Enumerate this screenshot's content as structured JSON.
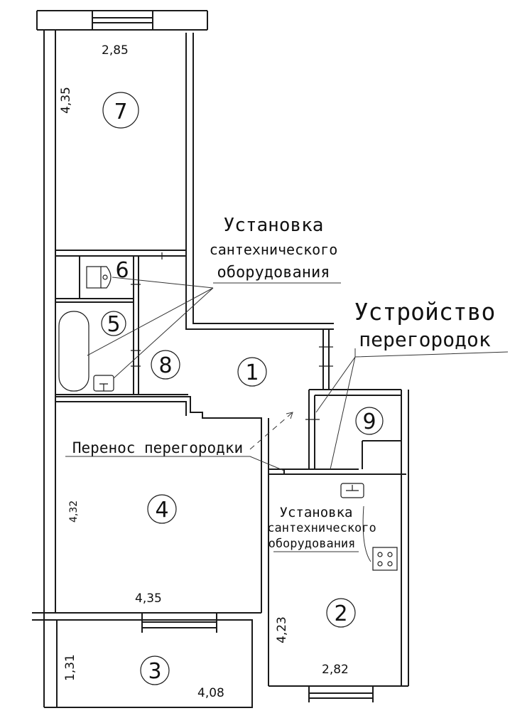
{
  "rooms": [
    "1",
    "2",
    "3",
    "4",
    "5",
    "6",
    "7",
    "8",
    "9"
  ],
  "dimensions": {
    "room7_width": "2,85",
    "room7_length": "4,35",
    "room4_length": "4,32",
    "room4_width": "4,35",
    "room3_depth": "1,31",
    "room3_width": "4,08",
    "room2_length": "4,23",
    "room2_width": "2,82"
  },
  "notes": {
    "plumbing_top": [
      "Установка",
      "сантехнического",
      "оборудования"
    ],
    "partitions": [
      "Устройство",
      "перегородок"
    ],
    "move_partition": "Перенос перегородки",
    "plumbing_kitchen": [
      "Установка",
      "сантехнического",
      "оборудования"
    ]
  }
}
